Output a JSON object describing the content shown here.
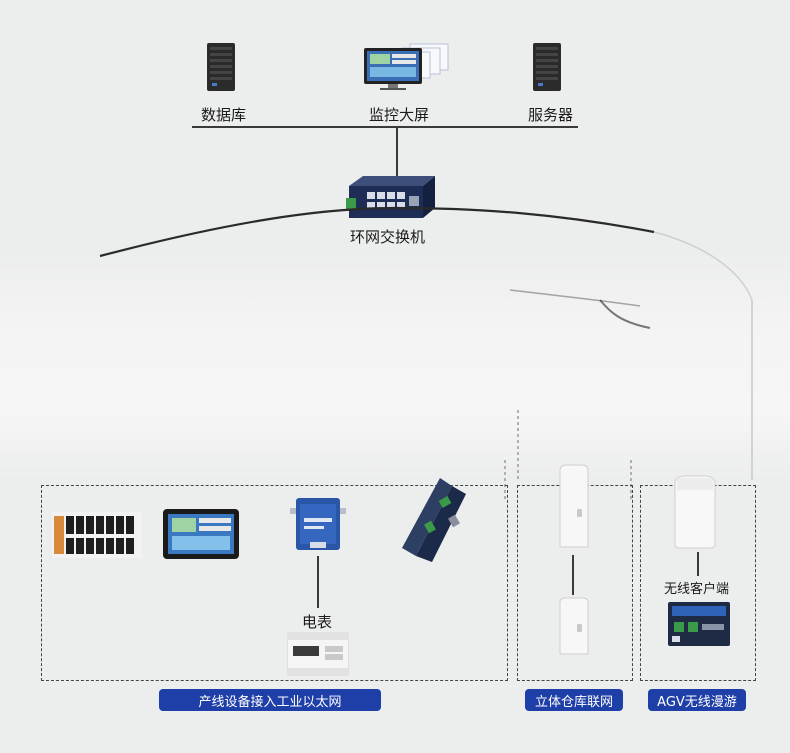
{
  "top_devices": {
    "database": {
      "label": "数据库",
      "icon": "server-tower-icon"
    },
    "monitor": {
      "label": "监控大屏",
      "icon": "monitor-screens-icon"
    },
    "server": {
      "label": "服务器",
      "icon": "server-tower-icon"
    }
  },
  "switch": {
    "label": "环网交换机",
    "icon": "industrial-switch-icon"
  },
  "groups": {
    "production_line": {
      "tag": "产线设备接入工业以太网",
      "devices": [
        "plc-io-module-icon",
        "hmi-touchscreen-icon",
        "serial-server-icon",
        "industrial-router-icon"
      ],
      "meter_label": "电表"
    },
    "warehouse": {
      "tag": "立体仓库联网",
      "devices": [
        "wireless-bridge-icon",
        "wireless-bridge-icon"
      ]
    },
    "agv": {
      "tag": "AGV无线漫游",
      "client_label": "无线客户端",
      "devices": [
        "access-point-icon",
        "wireless-client-icon"
      ]
    }
  },
  "colors": {
    "tag_bg": "#1f3fa8",
    "line": "#3a3a3a",
    "background": "#eceded",
    "device_blue": "#2a56a8"
  }
}
